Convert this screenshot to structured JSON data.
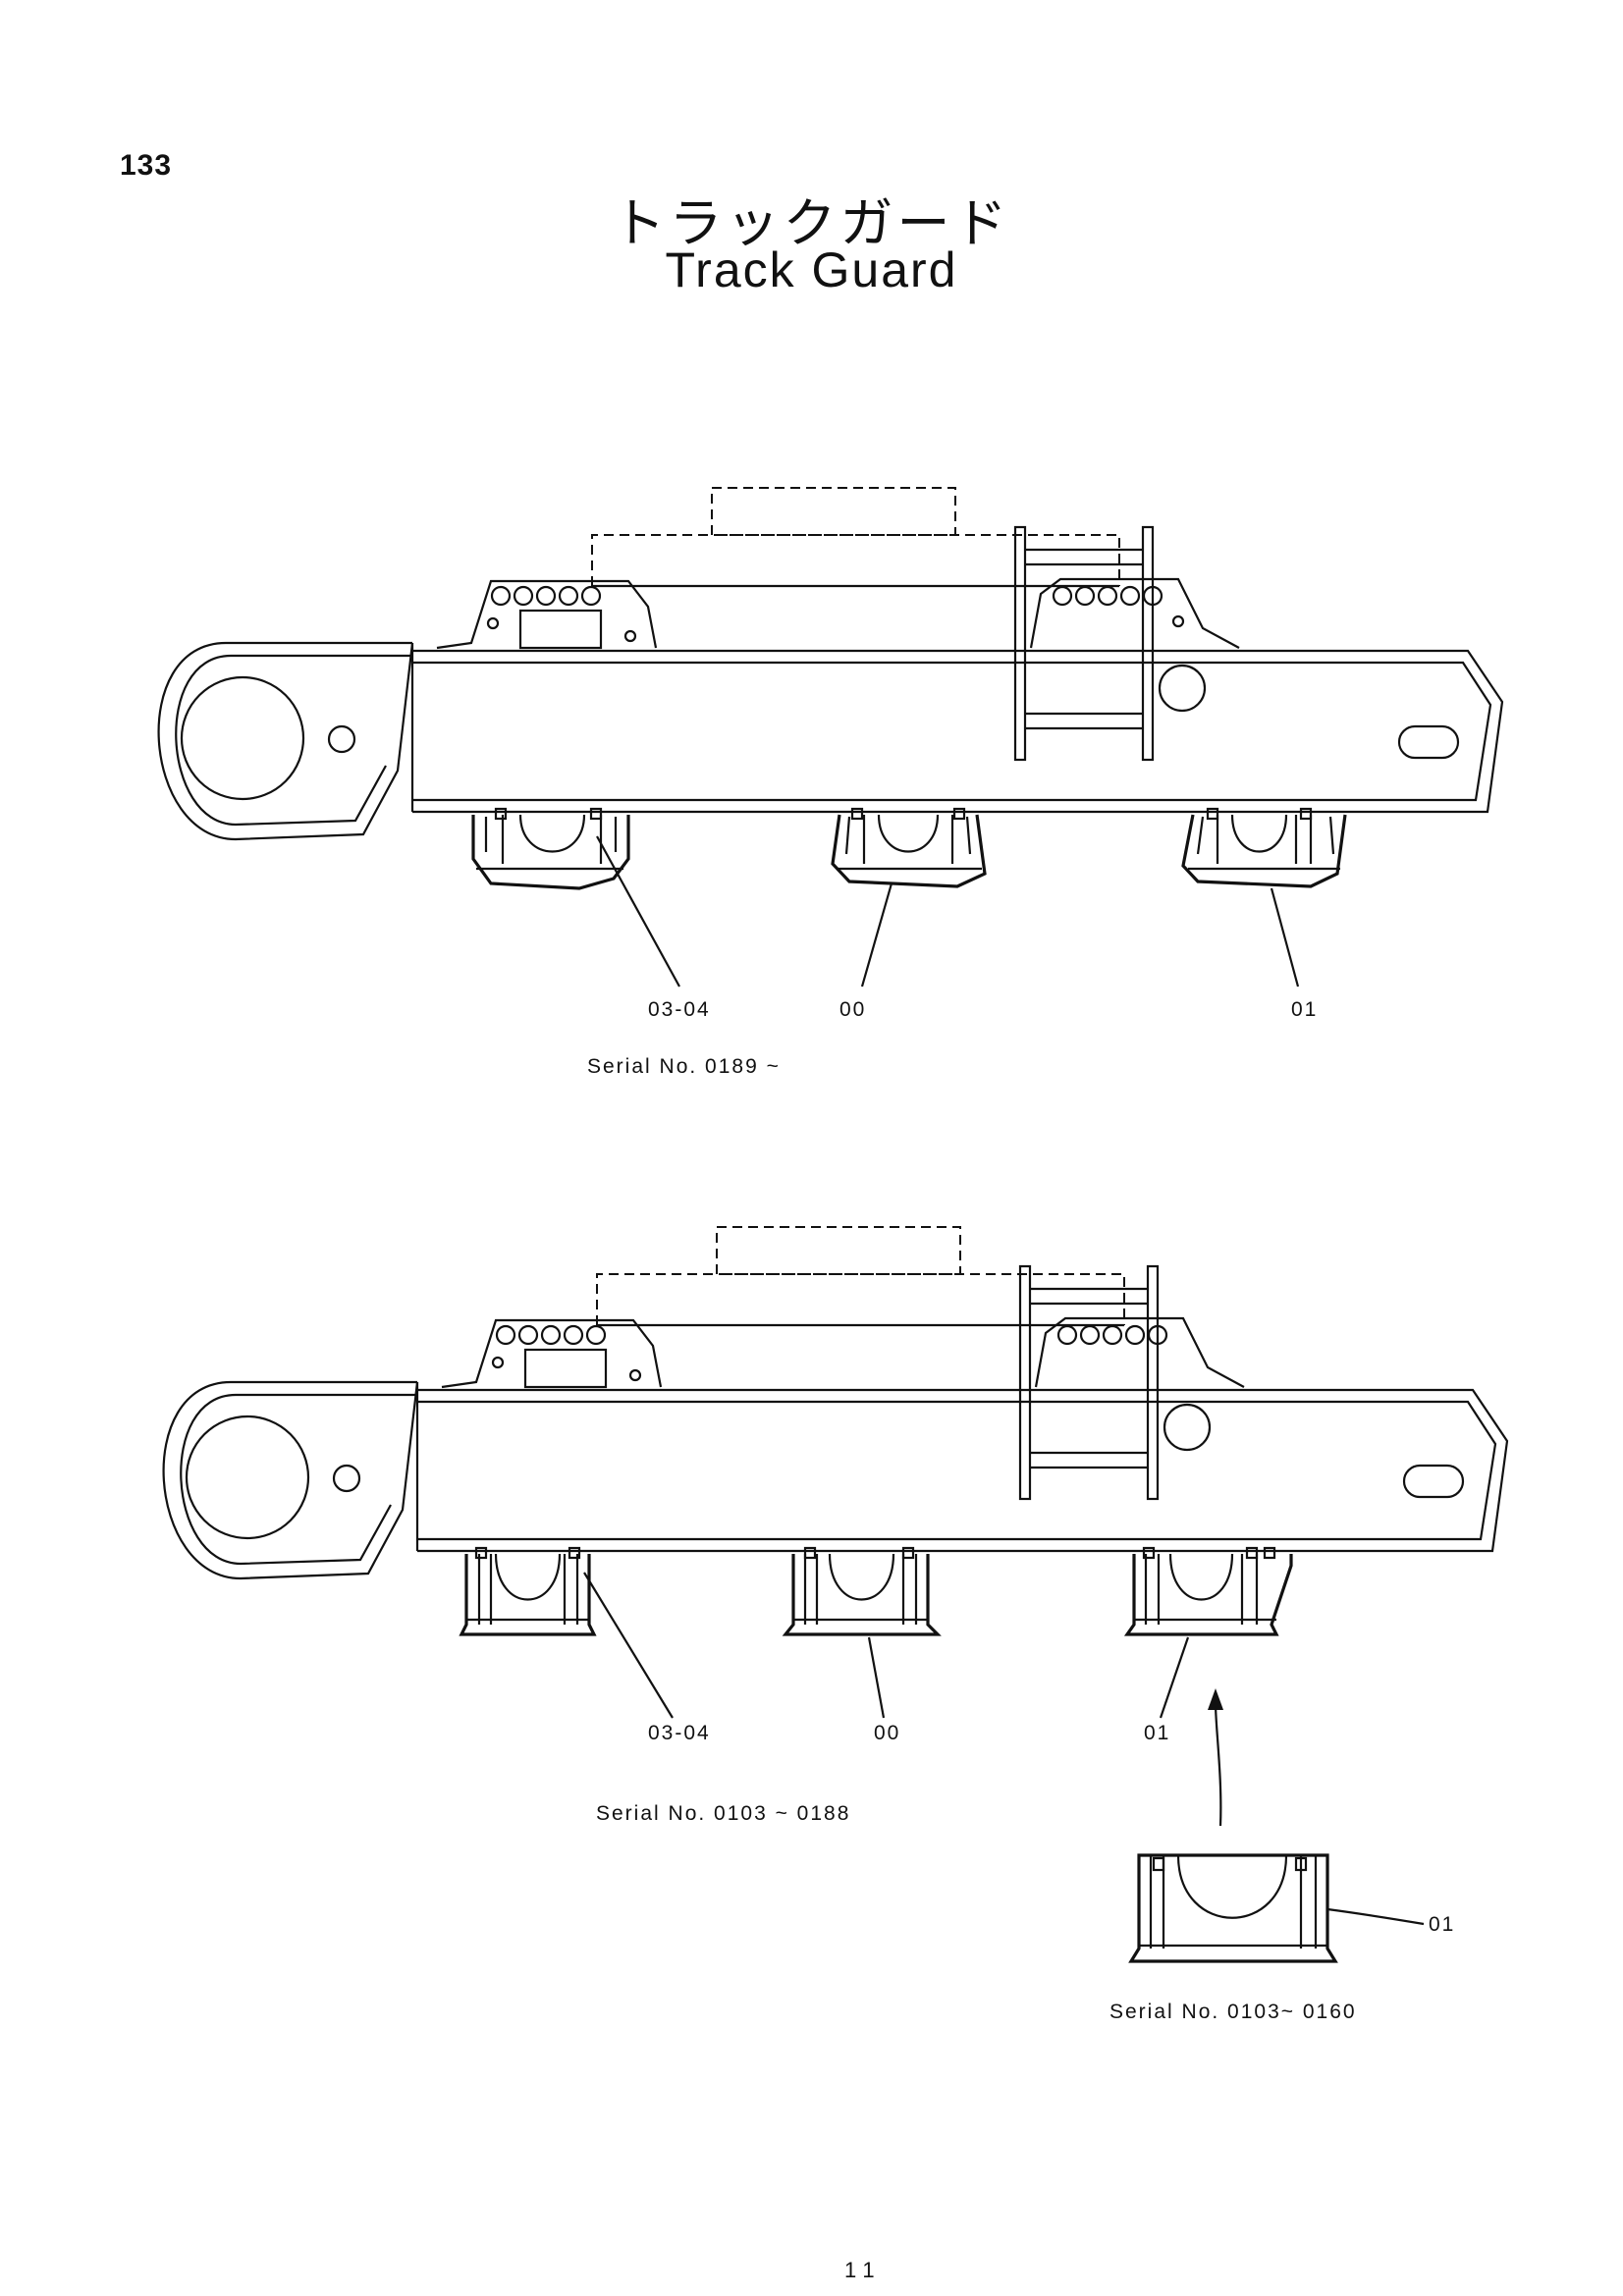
{
  "page": {
    "number": "133"
  },
  "title": {
    "japanese": "トラックガード",
    "english": "Track Guard"
  },
  "upper_diagram": {
    "callouts": [
      "03-04",
      "00",
      "01"
    ],
    "serial": "Serial No.  0189 ~"
  },
  "lower_diagram": {
    "callouts": [
      "03-04",
      "00",
      "01"
    ],
    "serial": "Serial No.  0103 ~  0188"
  },
  "detail": {
    "callout": "01",
    "serial": "Serial No.  0103~ 0160"
  },
  "footer": {
    "mark": "1 1"
  }
}
